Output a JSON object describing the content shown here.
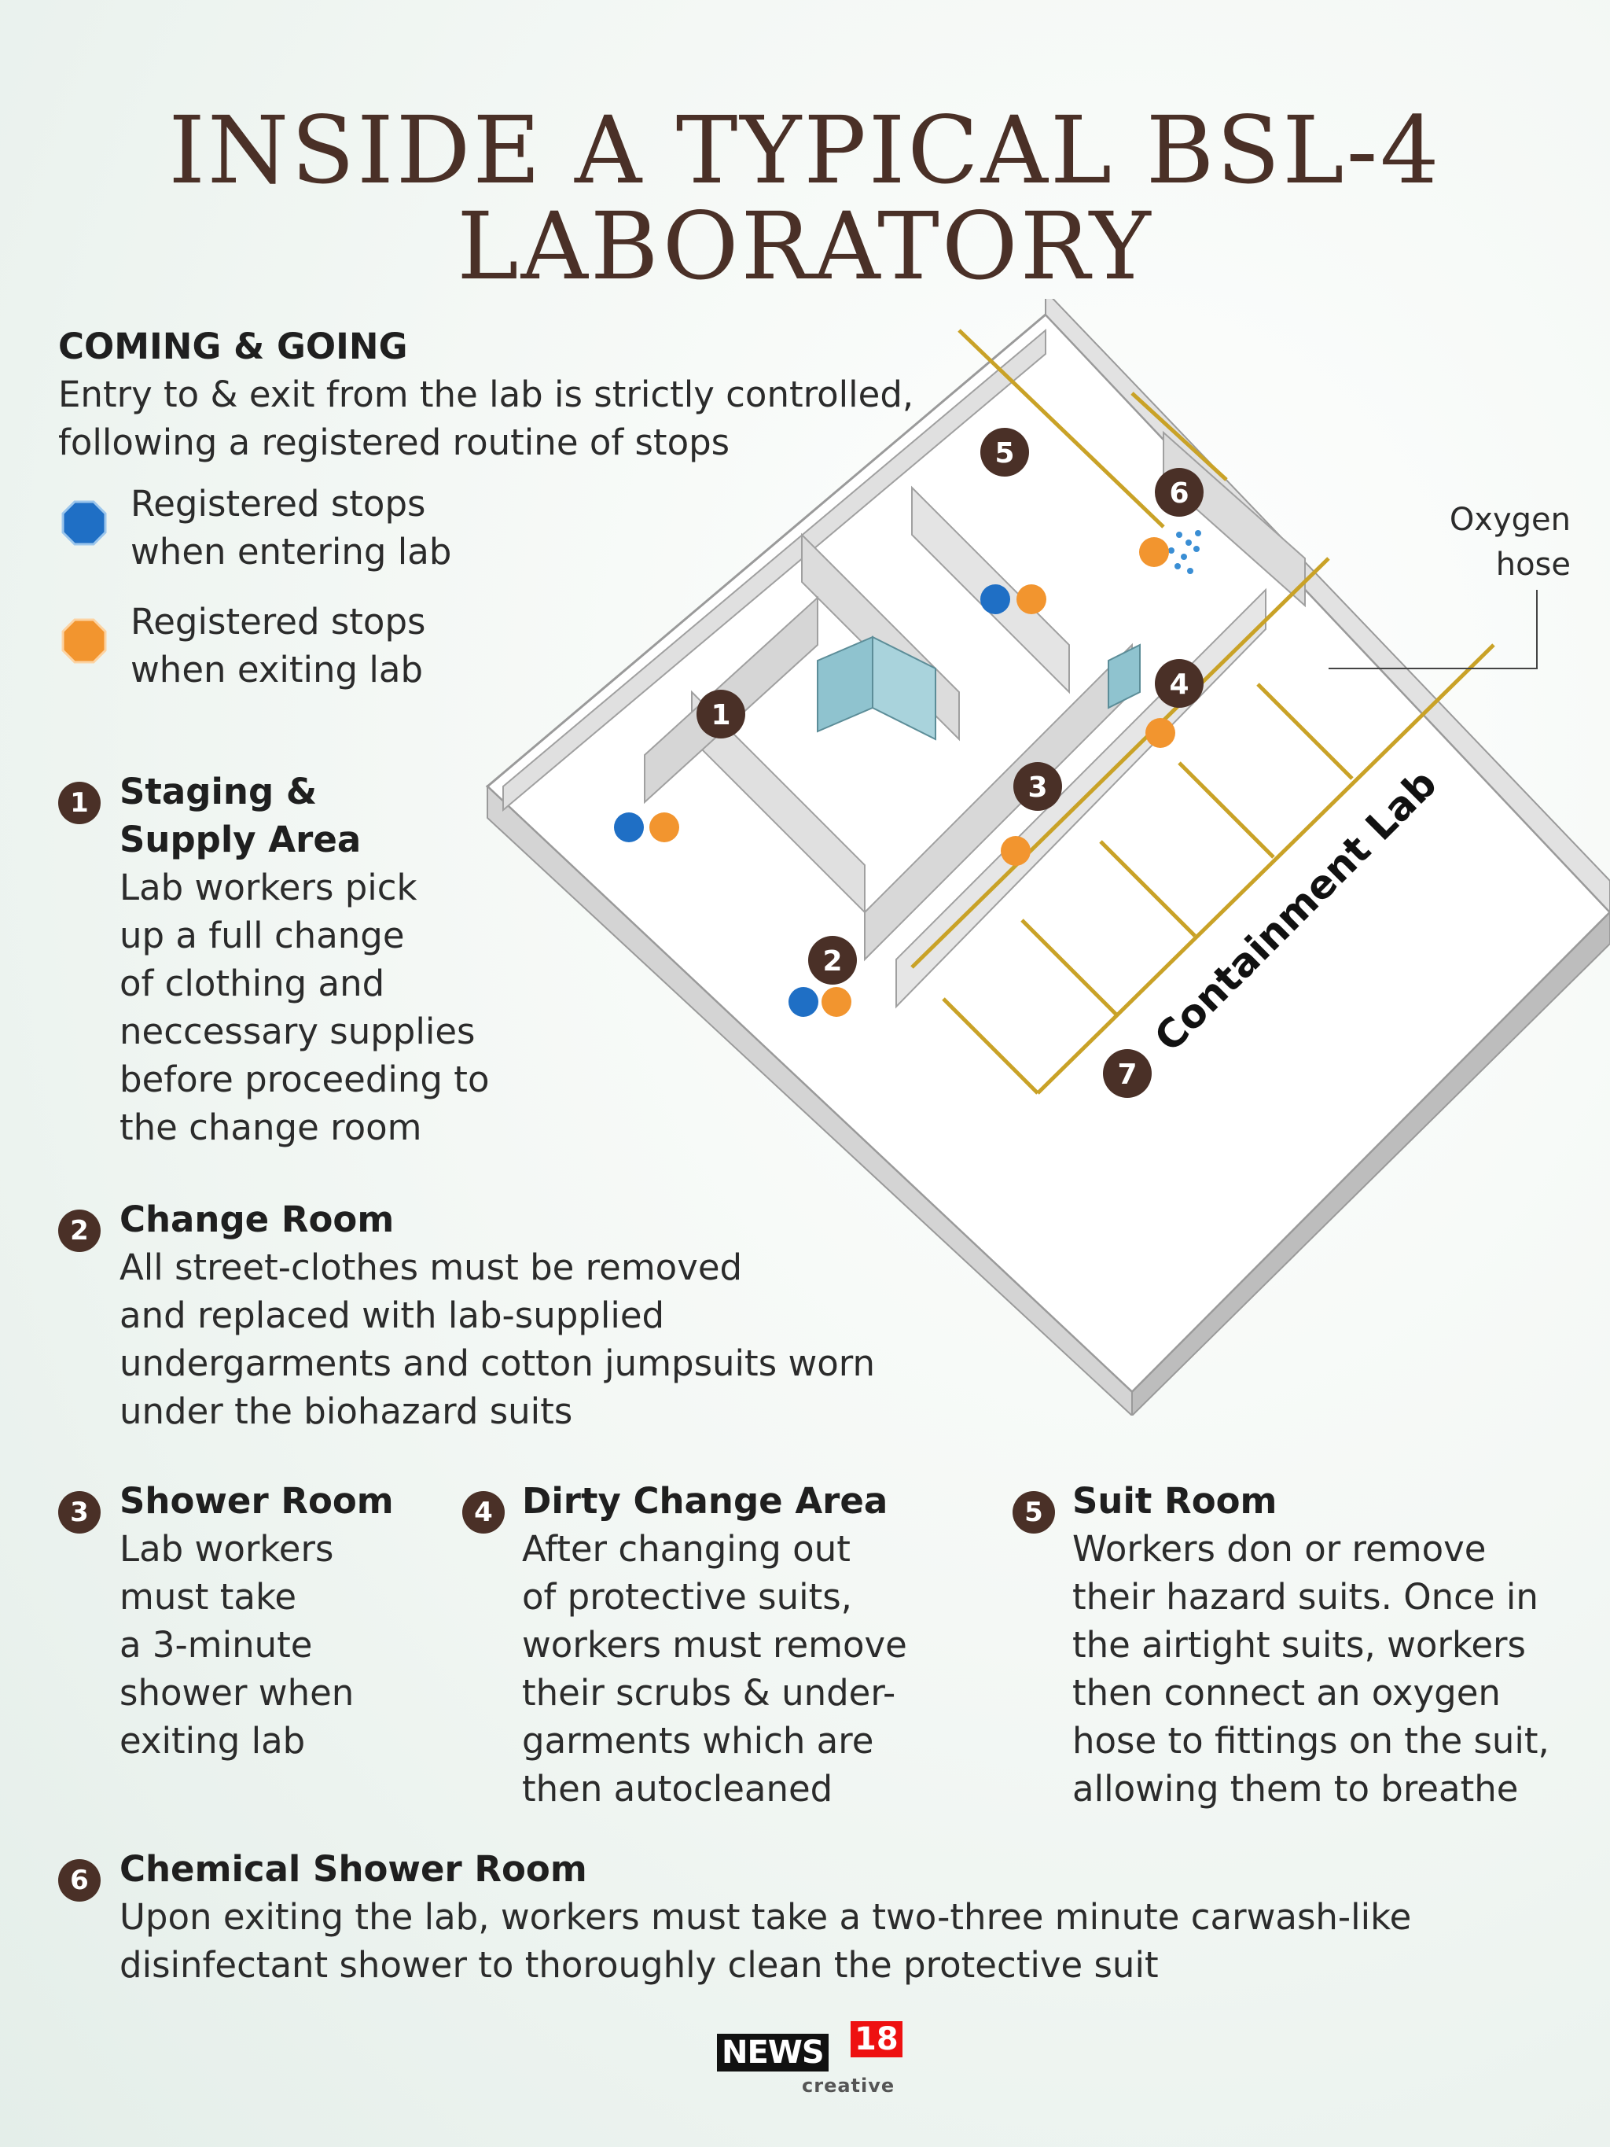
{
  "title": {
    "line1": "INSIDE A TYPICAL BSL-4",
    "line2": "LABORATORY"
  },
  "coming_going": {
    "heading": "COMING & GOING",
    "line1": "Entry to & exit from the lab is strictly controlled,",
    "line2": "following a registered routine of stops"
  },
  "legend": {
    "entering": {
      "line1": "Registered stops",
      "line2": "when entering lab",
      "color": "#1f6fc5"
    },
    "exiting": {
      "line1": "Registered stops",
      "line2": "when exiting lab",
      "color": "#f2952f"
    }
  },
  "diagram": {
    "room_numbers": [
      "1",
      "2",
      "3",
      "4",
      "5",
      "6",
      "7"
    ],
    "containment_label": "Containment Lab",
    "oxygen_label_line1": "Oxygen",
    "oxygen_label_line2": "hose",
    "colors": {
      "wall": "#cfcfcf",
      "floor": "#ffffff",
      "pipe": "#c9a227",
      "marker": "#4a3027",
      "glass": "#8fc3cf"
    }
  },
  "areas": [
    {
      "num": "1",
      "title_line1": "Staging &",
      "title_line2": "Supply Area",
      "lines": [
        "Lab workers pick",
        "up a full change",
        "of clothing and",
        "neccessary supplies",
        "before proceeding to",
        "the change room"
      ]
    },
    {
      "num": "2",
      "title": "Change Room",
      "lines": [
        "All street-clothes must be removed",
        "and replaced with lab-supplied",
        "undergarments and cotton jumpsuits worn",
        "under the biohazard suits"
      ]
    },
    {
      "num": "3",
      "title": "Shower Room",
      "lines": [
        "Lab workers",
        "must take",
        "a 3-minute",
        "shower when",
        "exiting lab"
      ]
    },
    {
      "num": "4",
      "title": "Dirty Change Area",
      "lines": [
        "After changing out",
        "of protective suits,",
        "workers must remove",
        "their scrubs & under-",
        "garments which are",
        "then autocleaned"
      ]
    },
    {
      "num": "5",
      "title": "Suit Room",
      "lines": [
        "Workers don or remove",
        "their hazard suits. Once in",
        "the airtight suits, workers",
        "then connect an oxygen",
        "hose to fittings on the suit,",
        "allowing them to breathe"
      ]
    },
    {
      "num": "6",
      "title": "Chemical Shower Room",
      "lines": [
        "Upon exiting the lab, workers must take a two-three minute carwash-like",
        "disinfectant shower to thoroughly clean the protective suit"
      ]
    }
  ],
  "logo": {
    "news": "NEWS",
    "eighteen": "18",
    "creative": "creative"
  }
}
